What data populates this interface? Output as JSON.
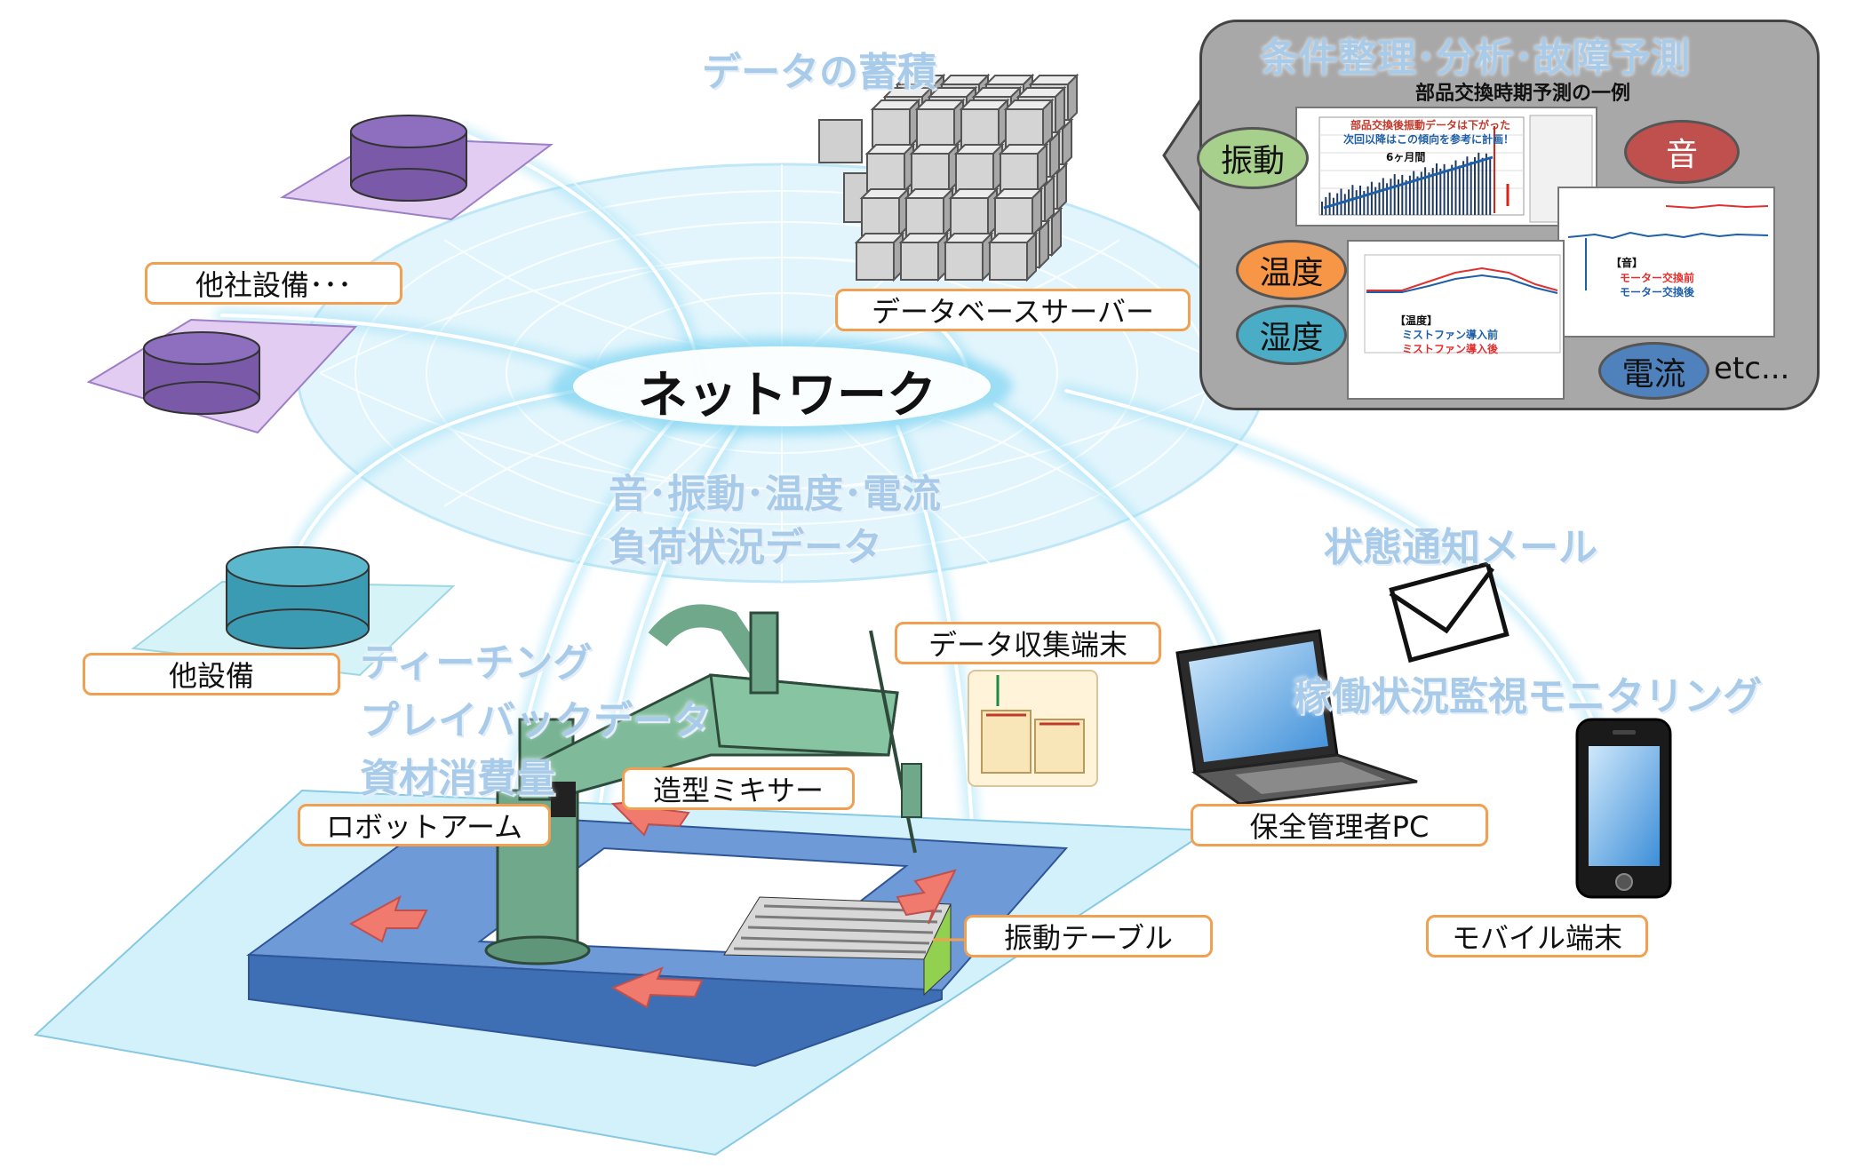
{
  "texts": {
    "data_accumulation": "データの蓄積",
    "network": "ネットワーク",
    "sensor_data_line1": "音･振動･温度･電流",
    "sensor_data_line2": "負荷状況データ",
    "teaching_line1": "ティーチング",
    "teaching_line2": "プレイバックデータ",
    "teaching_line3": "資材消費量",
    "status_mail": "状態通知メール",
    "monitoring": "稼働状況監視モニタリング"
  },
  "labels": {
    "other_company": "他社設備･･･",
    "other_equipment": "他設備",
    "database_server": "データベースサーバー",
    "data_terminal": "データ収集端末",
    "molding_mixer": "造型ミキサー",
    "robot_arm": "ロボットアーム",
    "maintenance_pc": "保全管理者PC",
    "vibration_table": "振動テーブル",
    "mobile_terminal": "モバイル端末"
  },
  "panel": {
    "title": "条件整理･分析･故障予測",
    "subtitle": "部品交換時期予測の一例",
    "sensors": {
      "vibration": "振動",
      "sound": "音",
      "temperature": "温度",
      "humidity": "湿度",
      "current": "電流"
    },
    "etc": "etc...",
    "chart1_note_line1": "部品交換後振動データは下がった",
    "chart1_note_line2": "次回以降はこの傾向を参考に計画！",
    "chart1_period": "6ヶ月間",
    "chart2_title": "【温度】",
    "chart2_before": "ミストファン導入前",
    "chart2_after": "ミストファン導入後",
    "chart3_title": "【音】",
    "chart3_before": "モーター交換前",
    "chart3_after": "モーター交換後"
  },
  "colors": {
    "label_border": "#f0a050",
    "glow_text": "#a9cbea",
    "vibration": "#a8d08d",
    "sound": "#c0504d",
    "temperature": "#f79646",
    "humidity": "#4bacc6",
    "current": "#4f81bd",
    "conveyor": "#4f81bd",
    "machine": "#6fa88a"
  }
}
